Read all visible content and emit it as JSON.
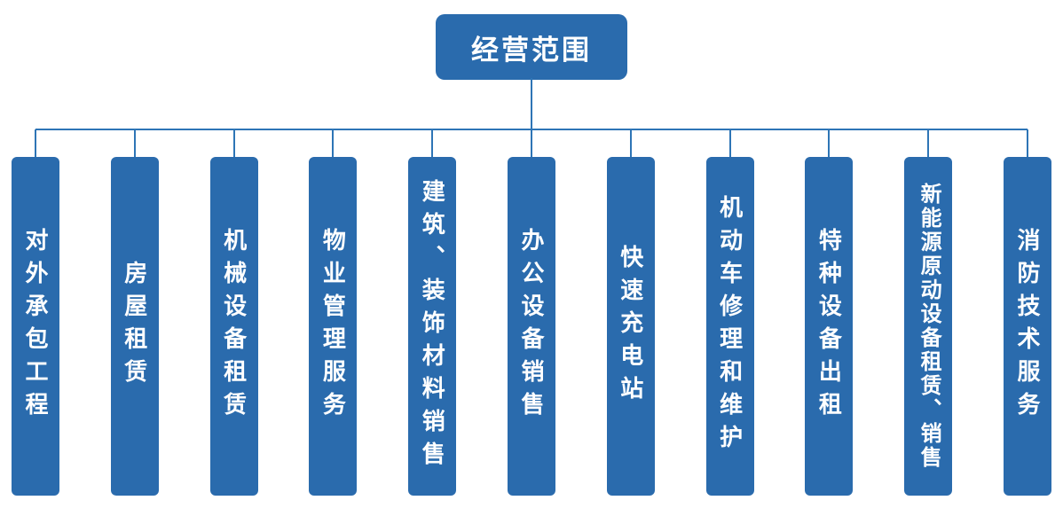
{
  "title": {
    "label": "经营范围"
  },
  "colors": {
    "box-blue": "#2a6bad",
    "line-blue": "#2e75b6",
    "text-white": "#ffffff",
    "bg": "#ffffff"
  },
  "branches": [
    {
      "label": "对外承包工程"
    },
    {
      "label": "房屋租赁"
    },
    {
      "label": "机械设备租赁"
    },
    {
      "label": "物业管理服务"
    },
    {
      "label": "建筑、装饰材料销售"
    },
    {
      "label": "办公设备销售"
    },
    {
      "label": "快速充电站"
    },
    {
      "label": "机动车修理和维护"
    },
    {
      "label": "特种设备出租"
    },
    {
      "label": "新能源原动设备租赁、销售"
    },
    {
      "label": "消防技术服务"
    }
  ]
}
